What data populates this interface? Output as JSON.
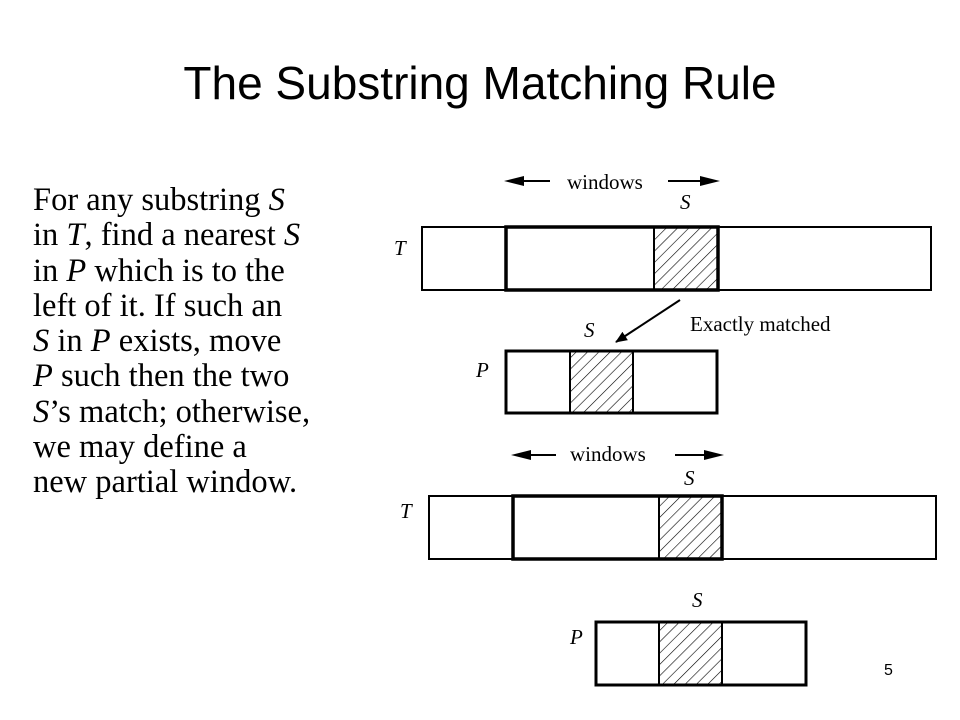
{
  "slide": {
    "title": "The Substring Matching Rule",
    "page_number": "5"
  },
  "body": {
    "lines": [
      [
        {
          "t": "For any substring ",
          "i": false
        },
        {
          "t": "S",
          "i": true
        }
      ],
      [
        {
          "t": "in ",
          "i": false
        },
        {
          "t": "T",
          "i": true
        },
        {
          "t": ", find a nearest ",
          "i": false
        },
        {
          "t": "S",
          "i": true
        }
      ],
      [
        {
          "t": "in ",
          "i": false
        },
        {
          "t": "P",
          "i": true
        },
        {
          "t": " which is to the",
          "i": false
        }
      ],
      [
        {
          "t": "left of it.  If such an",
          "i": false
        }
      ],
      [
        {
          "t": "S",
          "i": true
        },
        {
          "t": " in ",
          "i": false
        },
        {
          "t": "P",
          "i": true
        },
        {
          "t": " exists, move",
          "i": false
        }
      ],
      [
        {
          "t": "P",
          "i": true
        },
        {
          "t": " such then the two",
          "i": false
        }
      ],
      [
        {
          "t": "S",
          "i": true
        },
        {
          "t": "’s match; otherwise,",
          "i": false
        }
      ],
      [
        {
          "t": "we may define a",
          "i": false
        }
      ],
      [
        {
          "t": "new partial window.",
          "i": false
        }
      ]
    ]
  },
  "diagram": {
    "top": {
      "windows_label": "windows",
      "s_label_T": "S",
      "t_label": "T",
      "s_label_P": "S",
      "p_label": "P",
      "annotation": "Exactly matched"
    },
    "bottom": {
      "windows_label": "windows",
      "s_label_T": "S",
      "t_label": "T",
      "s_label_P": "S",
      "p_label": "P"
    }
  }
}
